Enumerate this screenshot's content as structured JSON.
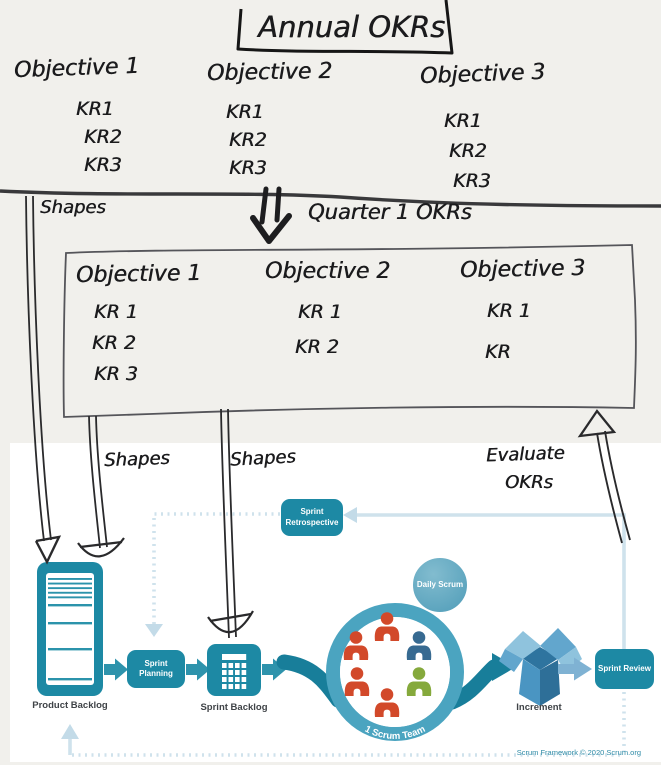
{
  "annual": {
    "title": "Annual OKRs",
    "objectives": [
      {
        "label": "Objective 1",
        "krs": [
          "KR1",
          "KR2",
          "KR3"
        ]
      },
      {
        "label": "Objective 2",
        "krs": [
          "KR1",
          "KR2",
          "KR3"
        ]
      },
      {
        "label": "Objective 3",
        "krs": [
          "KR1",
          "KR2",
          "KR3"
        ]
      }
    ]
  },
  "quarter": {
    "heading": "Quarter 1 OKRs",
    "objectives": [
      {
        "label": "Objective 1",
        "krs": [
          "KR 1",
          "KR 2",
          "KR 3"
        ]
      },
      {
        "label": "Objective 2",
        "krs": [
          "KR 1",
          "KR 2"
        ]
      },
      {
        "label": "Objective 3",
        "krs": [
          "KR 1",
          "KR"
        ]
      }
    ]
  },
  "annotations": {
    "shapes_top": "Shapes",
    "shapes_left": "Shapes",
    "shapes_center": "Shapes",
    "evaluate_line1": "Evaluate",
    "evaluate_line2": "OKRs"
  },
  "scrum": {
    "sprint_retrospective": "Sprint Retrospective",
    "daily_scrum": "Daily Scrum",
    "product_backlog": "Product Backlog",
    "sprint_planning": "Sprint Planning",
    "sprint_backlog": "Sprint Backlog",
    "scrum_team": "1 Scrum Team",
    "increment": "Increment",
    "sprint_review": "Sprint Review",
    "credit": "Scrum Framework © 2020 Scrum.org"
  },
  "colors": {
    "background": "#f1f0ec",
    "ink": "#1b1b1d",
    "teal_box": "#1d89a4",
    "arrow_teal": "#2e93ac",
    "ring": "#4ba4c0",
    "swoosh": "#187e9a",
    "loop_light_blue": "#cfe2ec",
    "person_red": "#d2492a",
    "person_blue": "#376a91",
    "person_green": "#85a93c",
    "increment_blue": "#4a95c2"
  }
}
